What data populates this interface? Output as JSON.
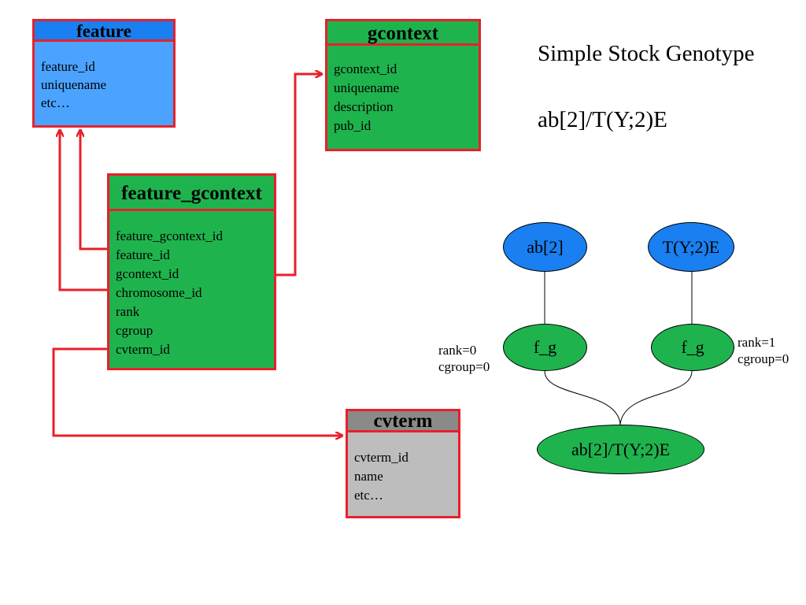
{
  "tables": {
    "feature": {
      "title": "feature",
      "fields": [
        "feature_id",
        "uniquename",
        "etc…"
      ]
    },
    "gcontext": {
      "title": "gcontext",
      "fields": [
        "gcontext_id",
        "uniquename",
        "description",
        "pub_id"
      ]
    },
    "feature_gcontext": {
      "title": "feature_gcontext",
      "fields": [
        "feature_gcontext_id",
        "feature_id",
        "gcontext_id",
        "chromosome_id",
        "rank",
        "cgroup",
        "cvterm_id"
      ]
    },
    "cvterm": {
      "title": "cvterm",
      "fields": [
        "cvterm_id",
        "name",
        "etc…"
      ]
    }
  },
  "heading": {
    "title": "Simple Stock Genotype",
    "genotype": "ab[2]/T(Y;2)E"
  },
  "graph": {
    "nodes": {
      "ab2": "ab[2]",
      "tye": "T(Y;2)E",
      "fg_left": "f_g",
      "fg_right": "f_g",
      "genotype": "ab[2]/T(Y;2)E"
    },
    "notes": {
      "left": {
        "rank": "rank=0",
        "cgroup": "cgroup=0"
      },
      "right": {
        "rank": "rank=1",
        "cgroup": "cgroup=0"
      }
    }
  },
  "colors": {
    "border": "#e8202a",
    "feature_body": "#4ba3ff",
    "feature_header": "#1a7ff0",
    "green": "#1fb34e",
    "cvterm_body": "#bdbdbd",
    "cvterm_header": "#8a8a8a",
    "node_blue": "#1a7ff0",
    "node_green": "#1fb34e"
  }
}
